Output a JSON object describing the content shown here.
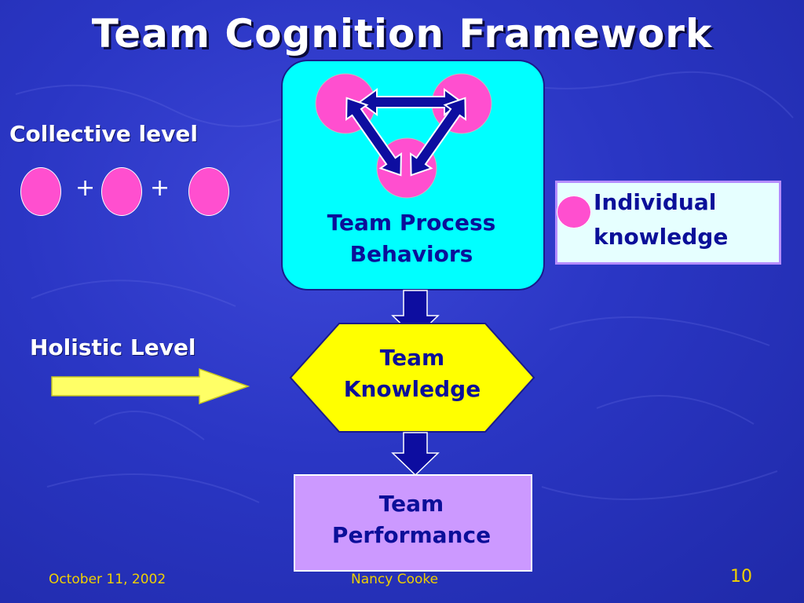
{
  "slide": {
    "title": "Team Cognition Framework",
    "collective_label": "Collective level",
    "plus_signs": [
      "+",
      "+"
    ],
    "holistic_label": "Holistic Level",
    "process_box": {
      "line1": "Team Process",
      "line2": "Behaviors"
    },
    "individual_box": {
      "line1": "Individual",
      "line2": "knowledge"
    },
    "knowledge_shape": {
      "line1": "Team",
      "line2": "Knowledge"
    },
    "performance_box": {
      "line1": "Team",
      "line2": "Performance"
    },
    "footer": {
      "date": "October 11, 2002",
      "author": "Nancy Cooke",
      "page_number": "10"
    }
  },
  "colors": {
    "background": "#2a36c4",
    "process_box": "#00ffff",
    "individual_box": "#e6ffff",
    "knowledge_shape": "#ffff00",
    "performance_box": "#cc99ff",
    "pink": "#ff4fcf",
    "text_blue": "#0b0f99",
    "arrow_blue": "#0d0da0",
    "arrow_yellow": "#ffff66",
    "footer_text": "#f0d000"
  }
}
